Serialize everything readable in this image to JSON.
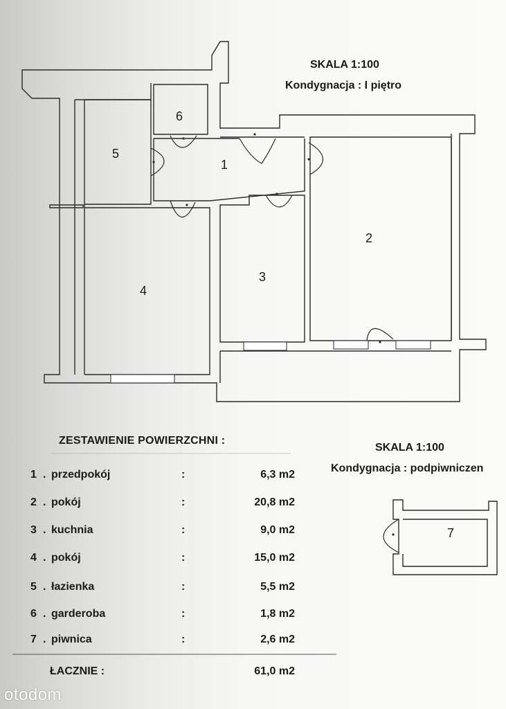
{
  "scale_main": "SKALA 1:100",
  "level_main": "Kondygnacja : I piętro",
  "scale_basement": "SKALA 1:100",
  "level_basement": "Kondygnacja : podpiwniczen",
  "rooms": [
    "1",
    "2",
    "3",
    "4",
    "5",
    "6",
    "7"
  ],
  "table": {
    "title": "ZESTAWIENIE POWIERZCHNI :",
    "rows": [
      {
        "num": "1",
        "name": "przedpokój",
        "area": "6,3 m2"
      },
      {
        "num": "2",
        "name": "pokój",
        "area": "20,8 m2"
      },
      {
        "num": "3",
        "name": "kuchnia",
        "area": "9,0 m2"
      },
      {
        "num": "4",
        "name": "pokój",
        "area": "15,0 m2"
      },
      {
        "num": "5",
        "name": "łazienka",
        "area": "5,5 m2"
      },
      {
        "num": "6",
        "name": "garderoba",
        "area": "1,8 m2"
      },
      {
        "num": "7",
        "name": "piwnica",
        "area": "2,6 m2"
      }
    ],
    "total_label": "ŁACZNIE :",
    "total_value": "61,0 m2"
  },
  "watermark": "otodom"
}
